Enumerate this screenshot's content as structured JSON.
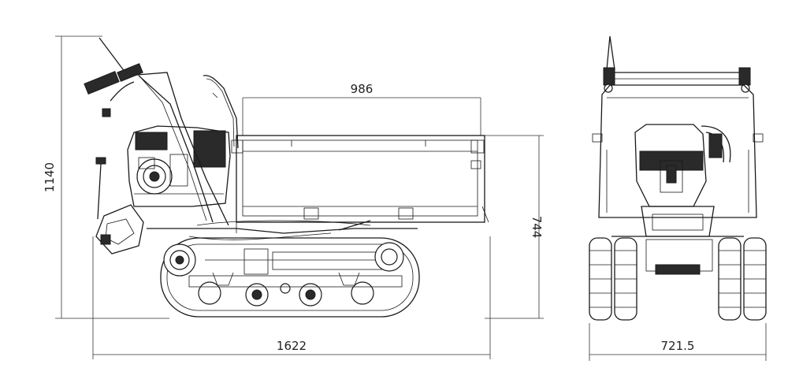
{
  "dimensions": {
    "overall_height": "1140",
    "bed_length": "986",
    "bed_height": "744",
    "overall_length": "1622",
    "overall_width": "721.5"
  }
}
